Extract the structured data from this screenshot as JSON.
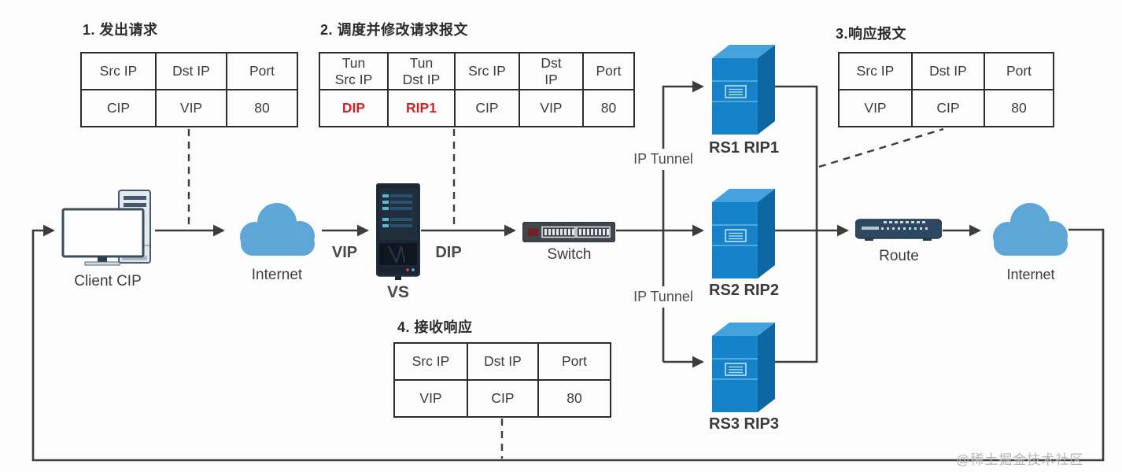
{
  "diagram": {
    "steps": {
      "step1": {
        "title": "1. 发出请求",
        "headers": [
          "Src IP",
          "Dst IP",
          "Port"
        ],
        "values": [
          "CIP",
          "VIP",
          "80"
        ]
      },
      "step2": {
        "title": "2. 调度并修改请求报文",
        "headers": [
          "Tun\nSrc IP",
          "Tun\nDst IP",
          "Src IP",
          "Dst\nIP",
          "Port"
        ],
        "values": [
          "DIP",
          "RIP1",
          "CIP",
          "VIP",
          "80"
        ]
      },
      "step3": {
        "title": "3.响应报文",
        "headers": [
          "Src IP",
          "Dst IP",
          "Port"
        ],
        "values": [
          "VIP",
          "CIP",
          "80"
        ]
      },
      "step4": {
        "title": "4. 接收响应",
        "headers": [
          "Src IP",
          "Dst IP",
          "Port"
        ],
        "values": [
          "VIP",
          "CIP",
          "80"
        ]
      }
    },
    "nodes": {
      "client": {
        "label": "Client CIP"
      },
      "internet_left": {
        "label": "Internet"
      },
      "vs": {
        "label": "VS",
        "vip_label": "VIP",
        "dip_label": "DIP"
      },
      "switch": {
        "label": "Switch"
      },
      "rs1": {
        "label": "RS1 RIP1"
      },
      "rs2": {
        "label": "RS2 RIP2"
      },
      "rs3": {
        "label": "RS3 RIP3"
      },
      "route": {
        "label": "Route"
      },
      "internet_right": {
        "label": "Internet"
      }
    },
    "edge_labels": {
      "ip_tunnel_top": "IP Tunnel",
      "ip_tunnel_bottom": "IP Tunnel"
    },
    "watermark": "@稀土掘金技术社区",
    "colors": {
      "highlight_red": "#c9252b",
      "server_blue": "#1682ca",
      "cloud_blue": "#5ea6d6",
      "line": "#3c3c3c"
    }
  }
}
